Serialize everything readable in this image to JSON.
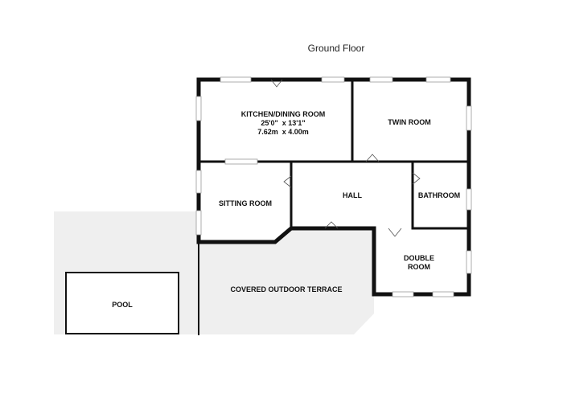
{
  "title": "Ground Floor",
  "rooms": {
    "kitchen": {
      "name": "KITCHEN/DINING ROOM",
      "dim_imperial": "25'0\"  x 13'1\"",
      "dim_metric": "7.62m  x 4.00m"
    },
    "twin": {
      "name": "TWIN ROOM"
    },
    "sitting": {
      "name": "SITTING ROOM"
    },
    "hall": {
      "name": "HALL"
    },
    "bathroom": {
      "name": "BATHROOM"
    },
    "double": {
      "line1": "DOUBLE",
      "line2": "ROOM"
    },
    "terrace": {
      "name": "COVERED OUTDOOR TERRACE"
    },
    "pool": {
      "name": "POOL"
    }
  },
  "colors": {
    "wall": "#111111",
    "outdoor_area": "#efefef",
    "window": "#9a9a9a"
  }
}
